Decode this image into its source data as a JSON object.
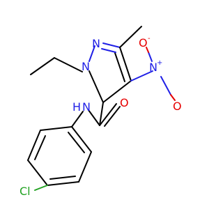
{
  "molecule": {
    "atoms": {
      "n_ring_top": "N",
      "n_ring_ethyl": "N",
      "n_nitro": "N",
      "n_nitro_charge": "+",
      "o_nitro_minus": "O",
      "o_nitro_minus_charge": "-",
      "o_nitro_double": "O",
      "o_carbonyl": "O",
      "n_amide": "N",
      "h_amide": "H",
      "cl": "Cl"
    },
    "colors": {
      "carbon_bond": "#000000",
      "nitrogen": "#1f1fe6",
      "oxygen": "#e60000",
      "chlorine": "#22a222"
    }
  }
}
